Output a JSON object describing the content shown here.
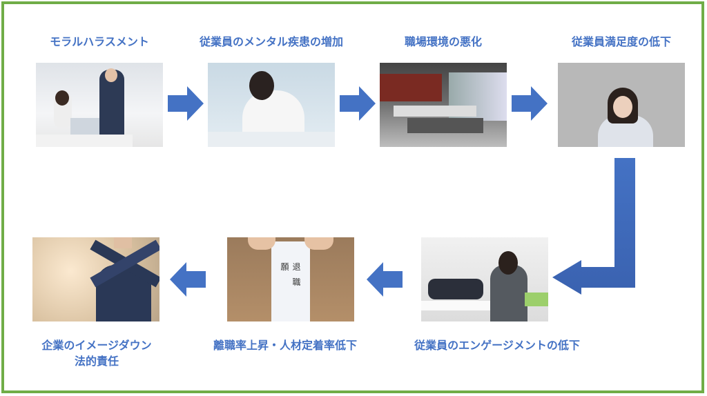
{
  "top_row": [
    {
      "label": "モラルハラスメント",
      "image": "office-harassment-photo"
    },
    {
      "label": "従業員のメンタル疾患の増加",
      "image": "distressed-woman-photo"
    },
    {
      "label": "職場環境の悪化",
      "image": "empty-office-photo"
    },
    {
      "label": "従業員満足度の低下",
      "image": "worried-employee-photo"
    }
  ],
  "bottom_row": [
    {
      "label": "従業員のエンゲージメントの低下",
      "image": "troubled-employee-meeting-photo"
    },
    {
      "label": "離職率上昇・人材定着率低下",
      "image": "resignation-letter-photo",
      "envelope_text": "退職願"
    },
    {
      "label_line1": "企業のイメージダウン",
      "label_line2": "法的責任",
      "image": "crossed-arms-businessman-photo"
    }
  ],
  "colors": {
    "border": "#70ad47",
    "text": "#4472c4",
    "arrow": "#4472c4"
  }
}
